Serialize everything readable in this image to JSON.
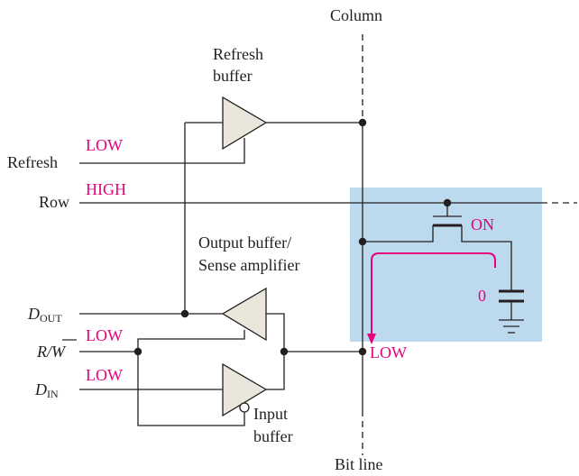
{
  "labels": {
    "column": "Column",
    "bit_line": "Bit line",
    "refresh_buffer_line1": "Refresh",
    "refresh_buffer_line2": "buffer",
    "refresh": "Refresh",
    "row": "Row",
    "output_buffer_line1": "Output buffer/",
    "output_buffer_line2": "Sense amplifier",
    "dout_main": "D",
    "dout_sub": "OUT",
    "rw_r": "R/",
    "rw_w": "W",
    "din_main": "D",
    "din_sub": "IN",
    "input_buffer_line1": "Input",
    "input_buffer_line2": "buffer"
  },
  "states": {
    "refresh": "LOW",
    "row": "HIGH",
    "rw": "LOW",
    "din": "LOW",
    "transistor": "ON",
    "capacitor": "0",
    "bit_line": "LOW"
  },
  "colors": {
    "highlight_box": "#bcd9ee",
    "state_text": "#e6007e",
    "wire": "#231f20",
    "buffer_fill": "#ebe6dc"
  },
  "icons": {
    "refresh_buffer": "triangle-buffer-icon",
    "sense_amplifier": "triangle-buffer-icon",
    "input_buffer": "triangle-buffer-with-inverting-enable-icon",
    "transistor": "mosfet-icon",
    "capacitor": "capacitor-icon",
    "ground": "ground-icon"
  }
}
